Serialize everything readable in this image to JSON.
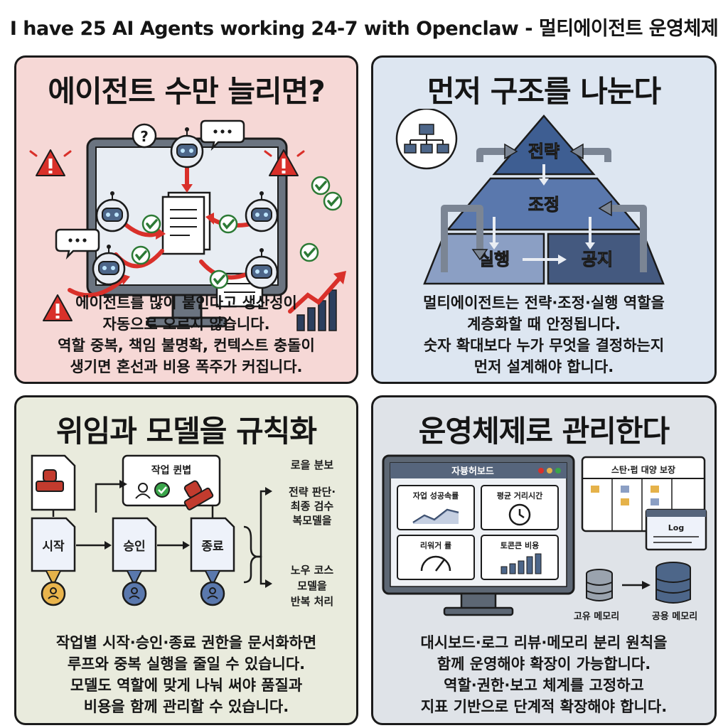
{
  "title": "I have 25 AI Agents working 24-7 with Openclaw - 멀티에이전트 운영체제",
  "panel1": {
    "heading": "에이전트 수만 늘리면?",
    "body": [
      "에이전트를 많이 붙인다고 생산성이",
      "자동으로 오르지 않습니다.",
      "역할 중복, 책임 불명확, 컨텍스트 충돌이",
      "생기면 혼선과 비용 폭주가 커집니다."
    ]
  },
  "panel2": {
    "heading": "먼저 구조를 나눈다",
    "pyramid": {
      "top": "전략",
      "middle": "조정",
      "left": "실행",
      "right": "공지"
    },
    "body": [
      "멀티에이전트는 전략·조정·실행 역할을",
      "계층화할 때 안정됩니다.",
      "숫자 확대보다 누가 무엇을 결정하는지",
      "먼저 설계해야 합니다."
    ]
  },
  "panel3": {
    "heading": "위임과 모델을 규칙화",
    "board_label": "작업 퀸볍",
    "steps": [
      "시작",
      "승인",
      "종료"
    ],
    "side_top": "로을 분보",
    "side_mid": [
      "전략 판단·",
      "최종 검수",
      "복모델을"
    ],
    "side_bottom": [
      "노우 코스",
      "모델을",
      "반복 처리"
    ],
    "body": [
      "작업별 시작·승인·종료 권한을 문서화하면",
      "루프와 중복 실행을 줄일 수 있습니다.",
      "모델도 역할에 맞게 나눠 써야 품질과",
      "비용을 함께 관리할 수 있습니다."
    ]
  },
  "panel4": {
    "heading": "운영체제로 관리한다",
    "dashboard": {
      "title": "자븅허보드",
      "cards": [
        "자업 성공속률",
        "평균 거리시간",
        "리워거 률",
        "토콘큰 비용"
      ]
    },
    "kanban_title": "스탄·펍 대양 보장",
    "log_label": "Log",
    "memory": [
      "고유 메모리",
      "공용 메모리"
    ],
    "body": [
      "대시보드·로그 리뷰·메모리 분리 원칙을",
      "함께 운영해야 확장이 가능합니다.",
      "역할·권한·보고 체계를 고정하고",
      "지표 기반으로 단계적 확장해야 합니다."
    ]
  },
  "colors": {
    "panel1_bg": "#f6d8d6",
    "panel2_bg": "#dde6f1",
    "panel3_bg": "#e9ebdd",
    "panel4_bg": "#dfe3e8",
    "warning_red": "#d9302a",
    "check_green": "#3aa54a",
    "pyramid_top": "#3e5e92",
    "pyramid_mid": "#5a78ad",
    "pyramid_left": "#8b9fc4",
    "pyramid_right": "#44597f"
  }
}
